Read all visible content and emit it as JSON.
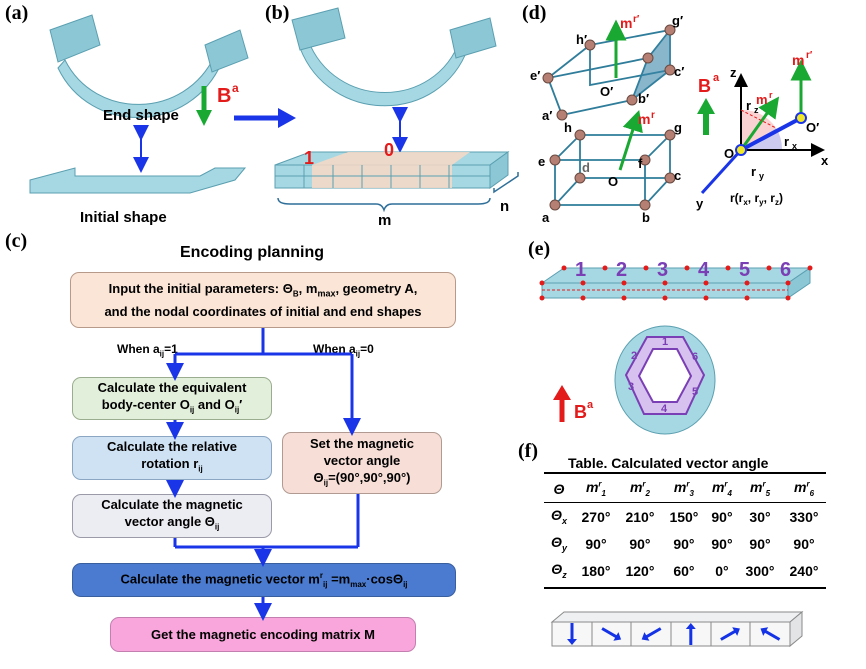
{
  "labels": {
    "a": "(a)",
    "b": "(b)",
    "c": "(c)",
    "d": "(d)",
    "e": "(e)",
    "f": "(f)"
  },
  "panel_a": {
    "end_shape": "End shape",
    "initial_shape": "Initial shape",
    "field": "B",
    "field_sup": "a"
  },
  "panel_b": {
    "one": "1",
    "zero": "0",
    "m": "m",
    "n": "n"
  },
  "panel_c": {
    "title": "Encoding planning",
    "input_line1": "Input the initial parameters: Θ",
    "input_line1_sub": "B",
    "input_line1_rest": ", m",
    "input_line1_sub2": "max",
    "input_line1_end": ", geometry A,",
    "input_line2": "and the nodal coordinates of initial and end shapes",
    "when1": "When a",
    "when1_sub": "ij",
    "when1_end": "=1",
    "when0": "When a",
    "when0_sub": "ij",
    "when0_end": "=0",
    "bodycenter_line1": "Calculate the equivalent",
    "bodycenter_line2": "body-center O",
    "bodycenter_sub": "ij",
    "bodycenter_and": " and O",
    "bodycenter_sub2": "ij",
    "bodycenter_prime": "′",
    "relrot_line1": "Calculate the relative",
    "relrot_line2": "rotation r",
    "relrot_sub": "ij",
    "vecangle_line1": "Calculate the magnetic",
    "vecangle_line2": "vector angle Θ",
    "vecangle_sub": "ij",
    "setangle_line1": "Set the magnetic",
    "setangle_line2": "vector angle",
    "setangle_line3": "Θ",
    "setangle_sub": "ij",
    "setangle_val": "=(90°,90°,90°)",
    "magvec": "Calculate the magnetic vector m",
    "magvec_sup": "r",
    "magvec_sub": "ij",
    "magvec_eq": " =m",
    "magvec_sub2": "max",
    "magvec_end": "·cosΘ",
    "magvec_sub3": "ij",
    "matrix": "Get the magnetic encoding matrix M"
  },
  "panel_d": {
    "nodes_top": [
      "h′",
      "g′",
      "e′",
      "c′",
      "O′",
      "b′",
      "a′"
    ],
    "nodes_bottom": [
      "h",
      "g",
      "e",
      "d",
      "f",
      "O",
      "c",
      "a",
      "b"
    ],
    "m_prime": "m",
    "m_prime_sup": "r′",
    "m": "m",
    "m_sup": "r",
    "field": "B",
    "field_sup": "a",
    "z": "z",
    "x": "x",
    "y": "y",
    "rz": "r",
    "rz_sub": "z",
    "ry": "r",
    "ry_sub": "y",
    "rx": "r",
    "rx_sub": "x",
    "O": "O",
    "Oprime": "O′",
    "r_formula": "r(r",
    "r_formula_x": "x",
    "r_formula_mid": ", r",
    "r_formula_y": "y",
    "r_formula_mid2": ", r",
    "r_formula_z": "z",
    "r_formula_end": ")",
    "m_right": "m",
    "m_right_sup": "r′",
    "m_mid": "m",
    "m_mid_sup": "r"
  },
  "panel_e": {
    "segments": [
      "1",
      "2",
      "3",
      "4",
      "5",
      "6"
    ],
    "field": "B",
    "field_sup": "a"
  },
  "panel_f": {
    "title": "Table. Calculated vector angle",
    "header_first": "Θ",
    "headers": [
      "m",
      "m",
      "m",
      "m",
      "m",
      "m"
    ],
    "header_subs": [
      "1",
      "2",
      "3",
      "4",
      "5",
      "6"
    ],
    "header_sup": "r",
    "rows": [
      {
        "label": "Θ",
        "sub": "x",
        "values": [
          "270°",
          "210°",
          "150°",
          "90°",
          "30°",
          "330°"
        ]
      },
      {
        "label": "Θ",
        "sub": "y",
        "values": [
          "90°",
          "90°",
          "90°",
          "90°",
          "90°",
          "90°"
        ]
      },
      {
        "label": "Θ",
        "sub": "z",
        "values": [
          "180°",
          "120°",
          "60°",
          "0°",
          "300°",
          "240°"
        ]
      }
    ],
    "arrow_angles": [
      270,
      330,
      210,
      90,
      30,
      150
    ],
    "colors": {
      "arrow": "#1432e6",
      "rule": "#000000"
    }
  },
  "colors": {
    "blue_arrow": "#1a35e8",
    "green": "#19a832",
    "red": "#e31b1b",
    "purple": "#7b3fb5",
    "strip": "#a6d8e3",
    "input_box": "#fbe5d6",
    "green_box": "#e2efda",
    "blue_box": "#cfe2f3",
    "gray_box": "#ececf3",
    "pink_box": "#f7ded6",
    "dark_blue_box": "#4a7bd0",
    "magenta_box": "#f9a6dc"
  }
}
